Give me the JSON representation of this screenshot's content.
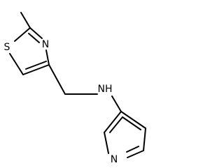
{
  "molecule": {
    "atoms": {
      "sulfur": "S",
      "thiazole_nitrogen": "N",
      "amine": "NH",
      "pyridine_nitrogen": "N"
    }
  }
}
